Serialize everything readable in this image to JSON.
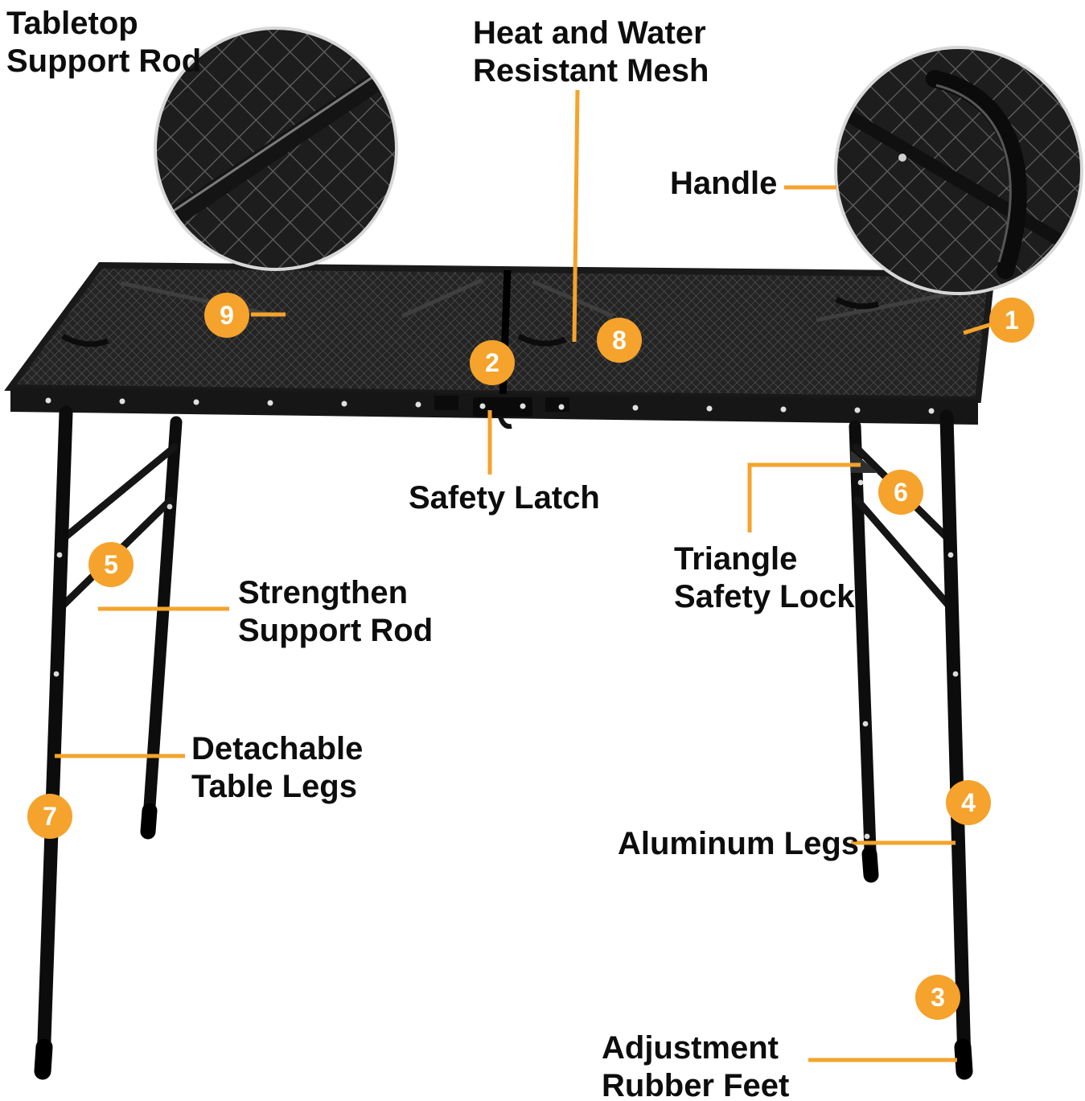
{
  "colors": {
    "accent": "#F5A32C",
    "text": "#0D0D0D",
    "table_dark": "#1A1A1A",
    "badge_text": "#FFFFFF"
  },
  "callouts": {
    "tabletop_support_rod": {
      "number": "9",
      "line1": "Tabletop",
      "line2": "Support Rod"
    },
    "safety_latch": {
      "number": "2",
      "line1": "Safety Latch"
    },
    "heat_resistant_mesh": {
      "number": "8",
      "line1": "Heat and Water",
      "line2": "Resistant Mesh"
    },
    "handle": {
      "number": "1",
      "line1": "Handle"
    },
    "strengthen_support_rod": {
      "number": "5",
      "line1": "Strengthen",
      "line2": "Support Rod"
    },
    "triangle_safety_lock": {
      "number": "6",
      "line1": "Triangle",
      "line2": "Safety Lock"
    },
    "detachable_table_legs": {
      "number": "7",
      "line1": "Detachable",
      "line2": "Table Legs"
    },
    "aluminum_legs": {
      "number": "4",
      "line1": "Aluminum Legs"
    },
    "adjustment_rubber_feet": {
      "number": "3",
      "line1": "Adjustment",
      "line2": "Rubber Feet"
    }
  }
}
